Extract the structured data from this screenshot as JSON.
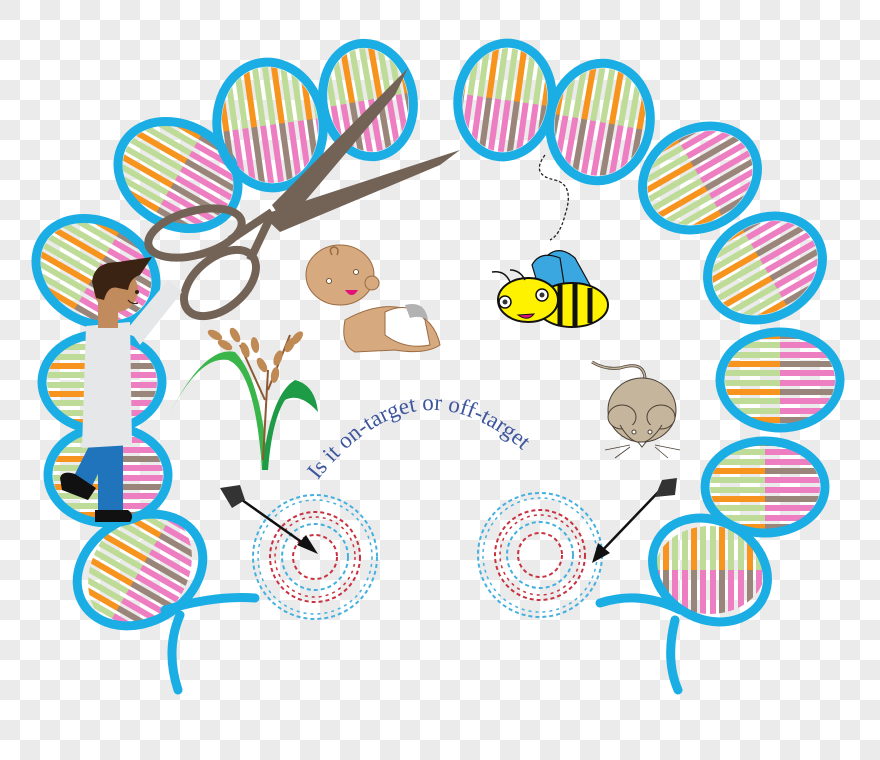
{
  "illustration": {
    "subject": "CRISPR gene editing concept",
    "caption": "Is it on-target or off-target",
    "colors": {
      "dna_backbone": "#1aaee5",
      "base_pink": "#ee7ec2",
      "base_brown": "#9a857a",
      "base_orange": "#f7941e",
      "base_green": "#bedc97",
      "scissors": "#736357",
      "caption_text": "#3e569e",
      "target_blue": "#45b0df",
      "target_red": "#c8313f",
      "bee_yellow": "#fff200",
      "bee_wing": "#3aa7e0",
      "mouse": "#c4b59c",
      "baby_skin": "#d6a97e",
      "rice_leaf": "#3ab549",
      "rice_grain": "#c08a55",
      "lab_coat": "#e6e7e8",
      "jeans": "#1f74bb"
    },
    "elements": [
      {
        "name": "dna-double-helix-arch"
      },
      {
        "name": "scissors"
      },
      {
        "name": "scientist"
      },
      {
        "name": "crawling-baby"
      },
      {
        "name": "flying-bee"
      },
      {
        "name": "mouse"
      },
      {
        "name": "rice-plant"
      },
      {
        "name": "left-target-with-arrow"
      },
      {
        "name": "right-target-with-arrow"
      }
    ]
  }
}
